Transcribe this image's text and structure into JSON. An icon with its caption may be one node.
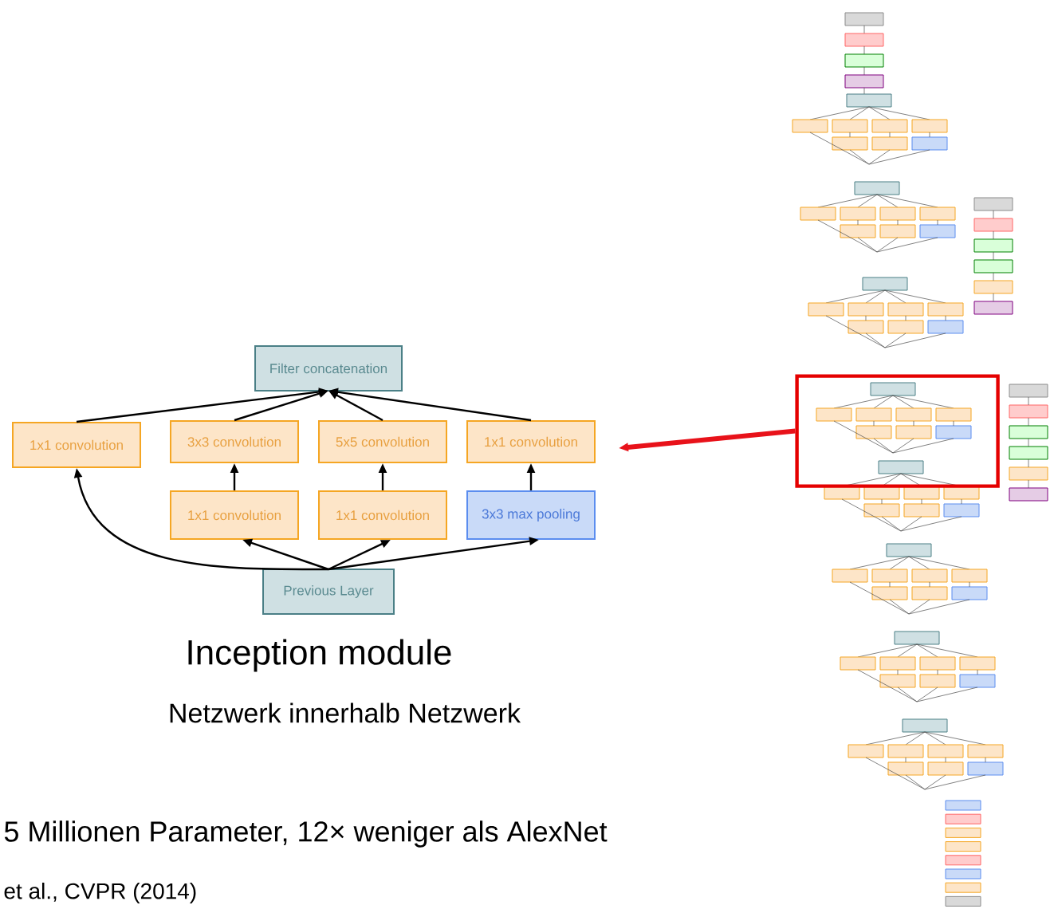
{
  "diagram": {
    "nodes": [
      {
        "text": [
          "Filter concatenation"
        ]
      },
      {
        "text": [
          "1x1 convolution"
        ]
      },
      {
        "text": [
          "3x3 convolution"
        ]
      },
      {
        "text": [
          "5x5 convolution"
        ]
      },
      {
        "text": [
          "1x1 convolution"
        ]
      },
      {
        "text": [
          "1x1 convolution"
        ]
      },
      {
        "text": [
          "1x1 convolution"
        ]
      },
      {
        "text": [
          "3x3 max pooling"
        ]
      },
      {
        "text": [
          "Previous Layer"
        ]
      },
      {
        "text": [],
        "shape": "picture"
      },
      {
        "text": [],
        "shape": "box",
        "in": 9
      }
    ],
    "edges": [
      {
        "from": 1,
        "to": 0,
        "arrow": "to"
      },
      {
        "from": 2,
        "to": 0,
        "arrow": "to"
      },
      {
        "from": 3,
        "to": 0,
        "arrow": "to"
      },
      {
        "from": 4,
        "to": 0,
        "arrow": "to"
      },
      {
        "from": 8,
        "to": 1,
        "arrow": "to"
      },
      {
        "from": 8,
        "to": 5,
        "arrow": "to"
      },
      {
        "from": 8,
        "to": 6,
        "arrow": "to"
      },
      {
        "from": 8,
        "to": 7,
        "arrow": "to"
      },
      {
        "from": 5,
        "to": 2,
        "arrow": "to"
      },
      {
        "from": 6,
        "to": 3,
        "arrow": "to"
      },
      {
        "from": 7,
        "to": 4,
        "arrow": "to"
      },
      {
        "from": 10,
        "to": null,
        "arrow": "to",
        "style": "thick",
        "color": "#e8121a"
      }
    ],
    "labels": [
      "Inception module",
      "Netzwerk innerhalb Netzwerk",
      "5 Millionen Parameter, 12× weniger als AlexNet",
      "et al., CVPR (2014)"
    ]
  }
}
